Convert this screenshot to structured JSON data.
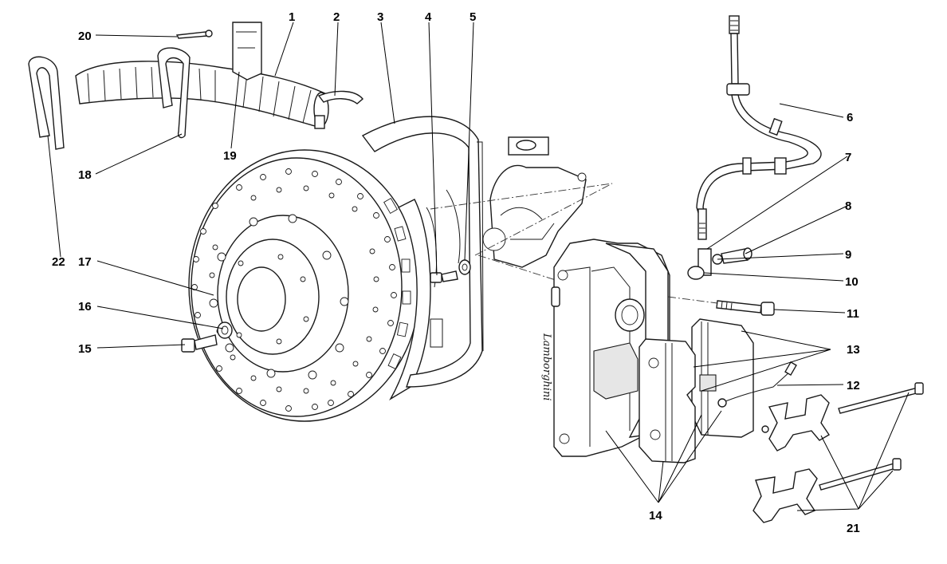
{
  "diagram": {
    "callouts": [
      "1",
      "2",
      "3",
      "4",
      "5",
      "6",
      "7",
      "8",
      "9",
      "10",
      "11",
      "12",
      "13",
      "14",
      "15",
      "16",
      "17",
      "18",
      "19",
      "20",
      "21",
      "22"
    ],
    "caliper_logo": "Lamborghini"
  }
}
